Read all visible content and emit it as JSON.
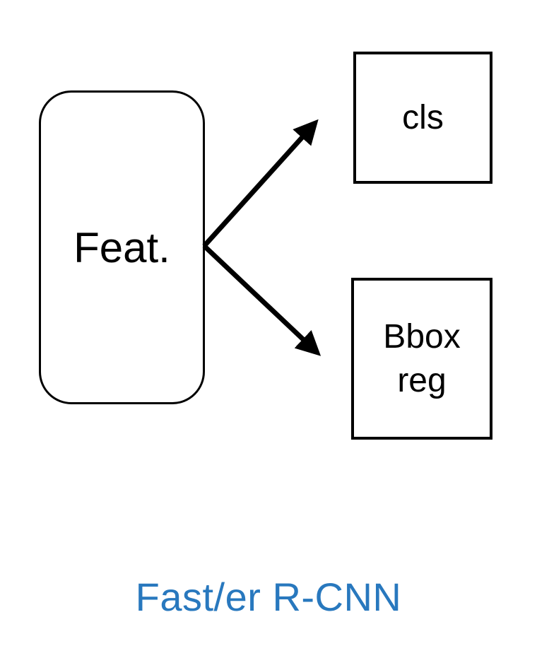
{
  "diagram": {
    "type": "architecture-diagram",
    "title": {
      "text": "Fast/er R-CNN",
      "color": "#2878BE"
    },
    "nodes": {
      "feat": {
        "label": "Feat.",
        "shape": "rounded-rectangle"
      },
      "cls": {
        "label": "cls",
        "shape": "rectangle"
      },
      "bbox_reg": {
        "line1": "Bbox",
        "line2": "reg",
        "shape": "rectangle"
      }
    },
    "edges": [
      {
        "from": "feat",
        "to": "cls",
        "style": "arrow"
      },
      {
        "from": "feat",
        "to": "bbox_reg",
        "style": "arrow"
      }
    ],
    "colors": {
      "stroke": "#000000",
      "background": "#ffffff"
    }
  }
}
